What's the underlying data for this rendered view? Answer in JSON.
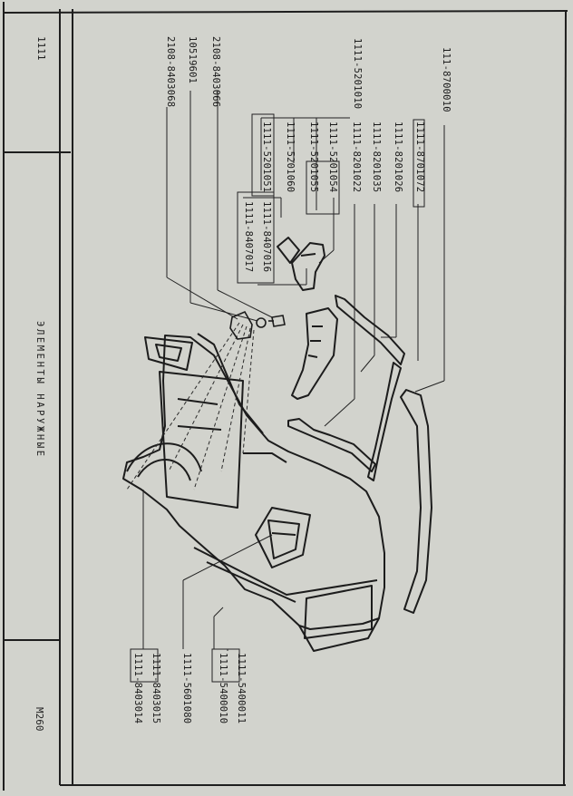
{
  "sheet": {
    "model_code": "1111",
    "section_title": "ЭЛЕМЕНТЫ НАРУЖНЫЕ",
    "page_number": "M260"
  },
  "parts": {
    "p1": "111-8700010",
    "p2": "1111-8701072",
    "p3": "1111-8201026",
    "p4": "1111-8201035",
    "p5": "1111-8201022",
    "p6": "1111-5201010",
    "p7": "1111-5201054",
    "p8": "1111-5201055",
    "p9": "1111-5201060",
    "p10": "1111-5201051",
    "p11": "1111-8407016",
    "p12": "1111-8407017",
    "p13": "2108-8403066",
    "p14": "10519601",
    "p15": "2108-8403068",
    "p16": "1111-5400011",
    "p17": "1111-5400010",
    "p18": "1111-5601080",
    "p19": "1111-8403015",
    "p20": "1111-8403014"
  }
}
